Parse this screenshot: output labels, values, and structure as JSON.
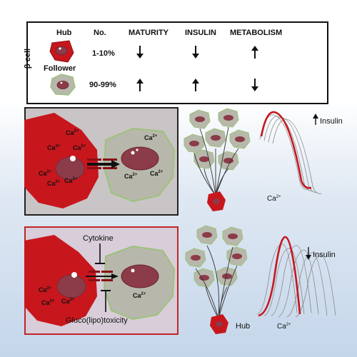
{
  "table": {
    "row_label": "β cell",
    "headers": {
      "type": "Hub",
      "no": "No.",
      "maturity": "MATURITY",
      "insulin": "INSULIN",
      "metabolism": "METABOLISM"
    },
    "rows": [
      {
        "type": "Hub",
        "no": "1-10%",
        "maturity": "down",
        "insulin": "down",
        "metabolism": "up"
      },
      {
        "type": "Follower",
        "no": "90-99%",
        "maturity": "up",
        "insulin": "up",
        "metabolism": "down"
      }
    ]
  },
  "panel_top": {
    "ca_label": "Ca",
    "ca_superscript": "2+"
  },
  "panel_bottom": {
    "cytokine": "Cytokine",
    "glucotoxicity": "Gluco(lipo)toxicity"
  },
  "network_top": {
    "insulin_label": "Insulin",
    "insulin_direction": "up",
    "ca_label": "Ca",
    "ca_superscript": "2+"
  },
  "network_bottom": {
    "insulin_label": "Insulin",
    "insulin_direction": "down",
    "hub_label": "Hub",
    "ca_label": "Ca",
    "ca_superscript": "2+"
  },
  "colors": {
    "hub_red": "#c8161d",
    "follower_gray": "#b7b8ab",
    "follower_border": "#9cc27a",
    "nucleus": "#8c3b48",
    "curve_red": "#c8161d"
  }
}
